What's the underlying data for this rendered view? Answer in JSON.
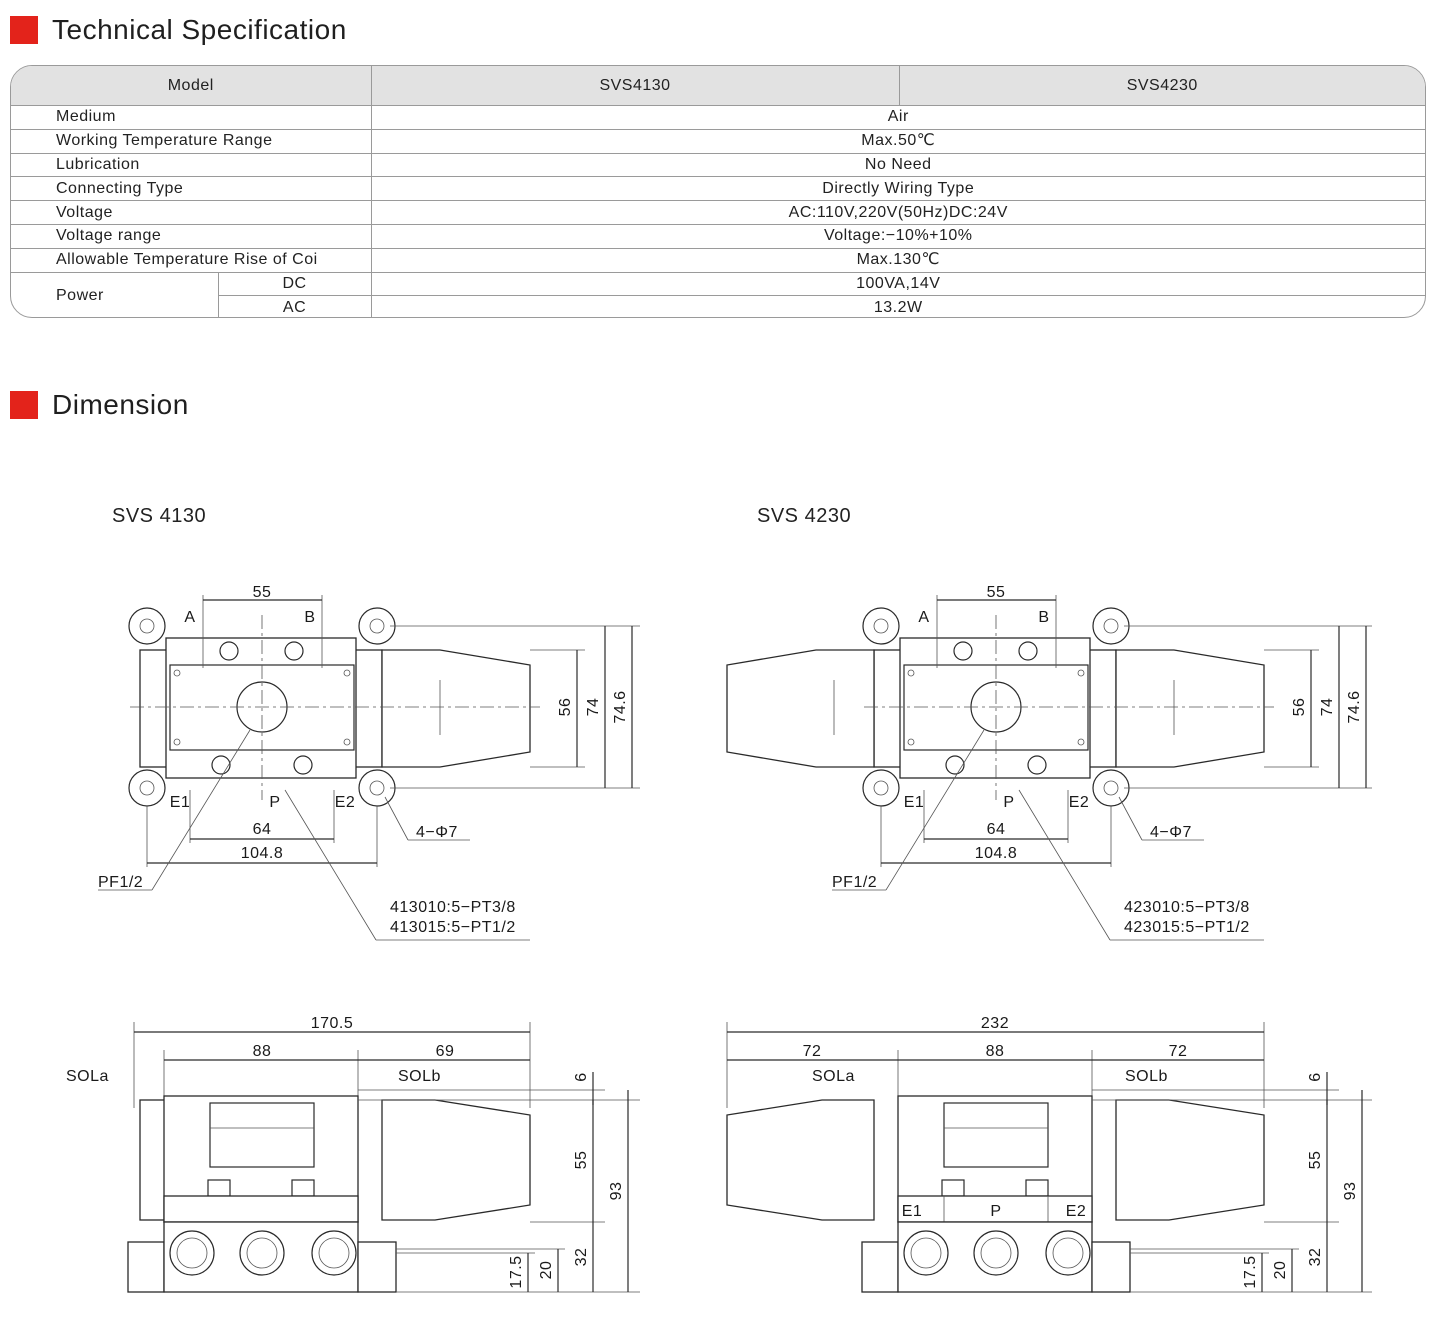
{
  "colors": {
    "accent": "#e3231b",
    "header_bg": "#e2e2e2",
    "border": "#9a9a9a"
  },
  "spec_section": {
    "title": "Technical Specification"
  },
  "spec_table": {
    "header": {
      "model": "Model",
      "svs4130": "SVS4130",
      "svs4230": "SVS4230"
    },
    "rows": [
      {
        "label": "Medium",
        "value": "Air"
      },
      {
        "label": "Working Temperature Range",
        "value": "Max.50℃"
      },
      {
        "label": "Lubrication",
        "value": "No Need"
      },
      {
        "label": "Connecting Type",
        "value": "Directly Wiring Type"
      },
      {
        "label": "Voltage",
        "value": "AC:110V,220V(50Hz)DC:24V"
      },
      {
        "label": "Voltage range",
        "value": "Voltage:−10%+10%"
      },
      {
        "label": "Allowable Temperature Rise of Coi",
        "value": "Max.130℃"
      }
    ],
    "power": {
      "label": "Power",
      "dc_label": "DC",
      "dc_value": "100VA,14V",
      "ac_label": "AC",
      "ac_value": "13.2W"
    }
  },
  "dimension_section": {
    "title": "Dimension"
  },
  "models": [
    {
      "name": "SVS 4130",
      "top": {
        "d_55": "55",
        "port_a": "A",
        "port_b": "B",
        "d_56": "56",
        "d_74": "74",
        "d_746": "74.6",
        "port_e1": "E1",
        "port_p": "P",
        "port_e2": "E2",
        "d_64": "64",
        "d_1048": "104.8",
        "mount": "4−Φ7",
        "pf": "PF1/2",
        "code1": "413010:5−PT3/8",
        "code2": "413015:5−PT1/2"
      },
      "side": {
        "d_total": "170.5",
        "d_88": "88",
        "d_right": "69",
        "sola": "SOLa",
        "solb": "SOLb",
        "d_6": "6",
        "d_55": "55",
        "d_93": "93",
        "d_32": "32",
        "d_20": "20",
        "d_175": "17.5"
      }
    },
    {
      "name": "SVS 4230",
      "top": {
        "d_55": "55",
        "port_a": "A",
        "port_b": "B",
        "d_56": "56",
        "d_74": "74",
        "d_746": "74.6",
        "port_e1": "E1",
        "port_p": "P",
        "port_e2": "E2",
        "d_64": "64",
        "d_1048": "104.8",
        "mount": "4−Φ7",
        "pf": "PF1/2",
        "code1": "423010:5−PT3/8",
        "code2": "423015:5−PT1/2"
      },
      "side": {
        "d_total": "232",
        "d_left": "72",
        "d_88": "88",
        "d_right": "72",
        "sola": "SOLa",
        "solb": "SOLb",
        "d_6": "6",
        "d_55": "55",
        "d_93": "93",
        "d_32": "32",
        "d_20": "20",
        "d_175": "17.5",
        "port_e1": "E1",
        "port_p": "P",
        "port_e2": "E2"
      }
    }
  ]
}
